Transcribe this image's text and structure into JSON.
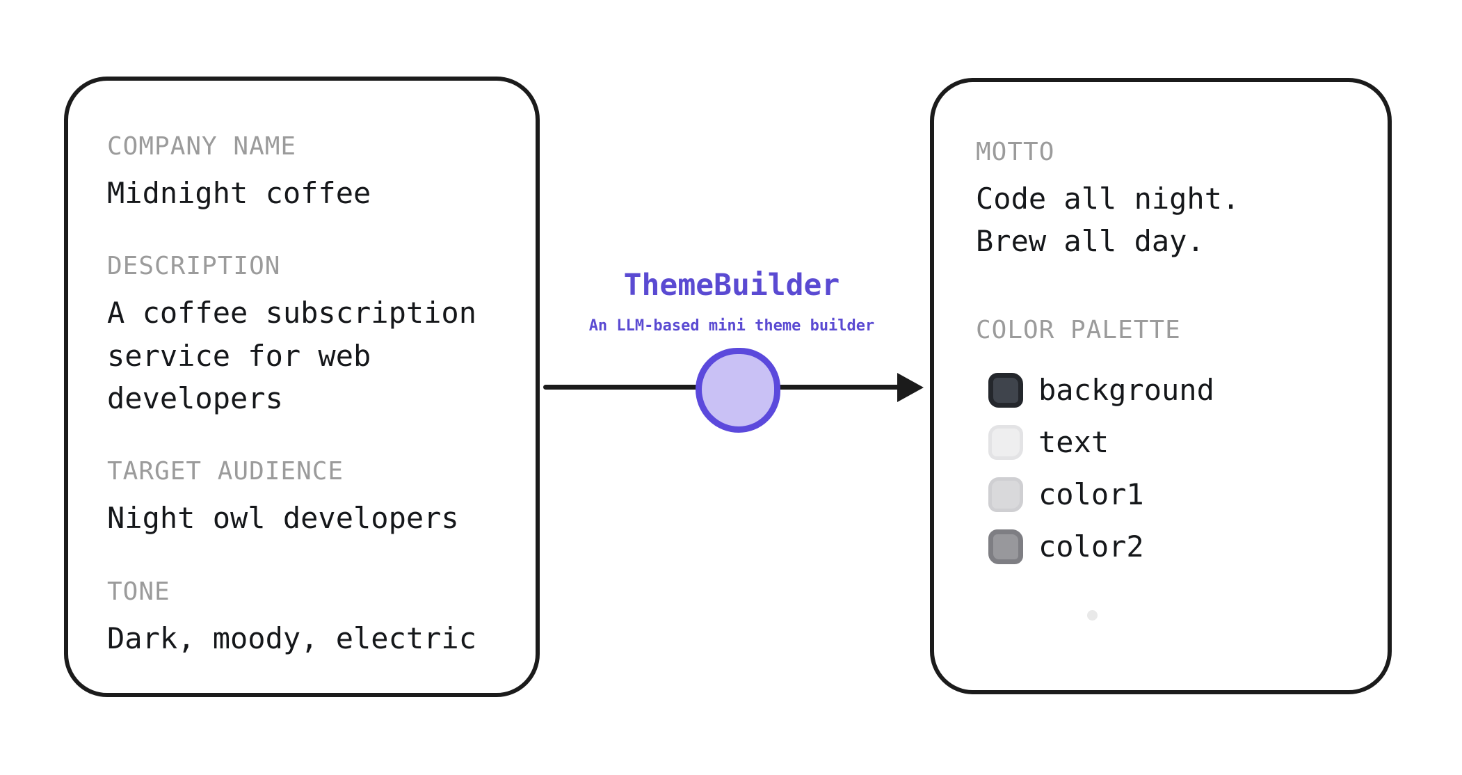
{
  "diagram": {
    "input_card": {
      "fields": [
        {
          "label": "COMPANY NAME",
          "value": "Midnight coffee"
        },
        {
          "label": "DESCRIPTION",
          "value": "A coffee subscription\nservice for web\ndevelopers"
        },
        {
          "label": "TARGET AUDIENCE",
          "value": "Night owl developers"
        },
        {
          "label": "TONE",
          "value": "Dark, moody, electric"
        }
      ]
    },
    "processor": {
      "title": "ThemeBuilder",
      "subtitle": "An LLM-based mini theme builder"
    },
    "output_card": {
      "motto_label": "MOTTO",
      "motto_value": "Code all night.\nBrew all day.",
      "palette_label": "COLOR PALETTE",
      "swatches": [
        {
          "name": "background",
          "fill": "#3f444c",
          "border": "#24272c"
        },
        {
          "name": "text",
          "fill": "#eeeeef",
          "border": "#e3e3e5"
        },
        {
          "name": "color1",
          "fill": "#d9d9db",
          "border": "#cfcfd2"
        },
        {
          "name": "color2",
          "fill": "#98989c",
          "border": "#7e7e83"
        }
      ]
    },
    "colors": {
      "ink": "#1b1b1b",
      "label_gray": "#9b9b9b",
      "accent_purple": "#5a4ad2",
      "circle_border": "#5b49dc",
      "circle_fill": "#c9c1f5"
    }
  }
}
